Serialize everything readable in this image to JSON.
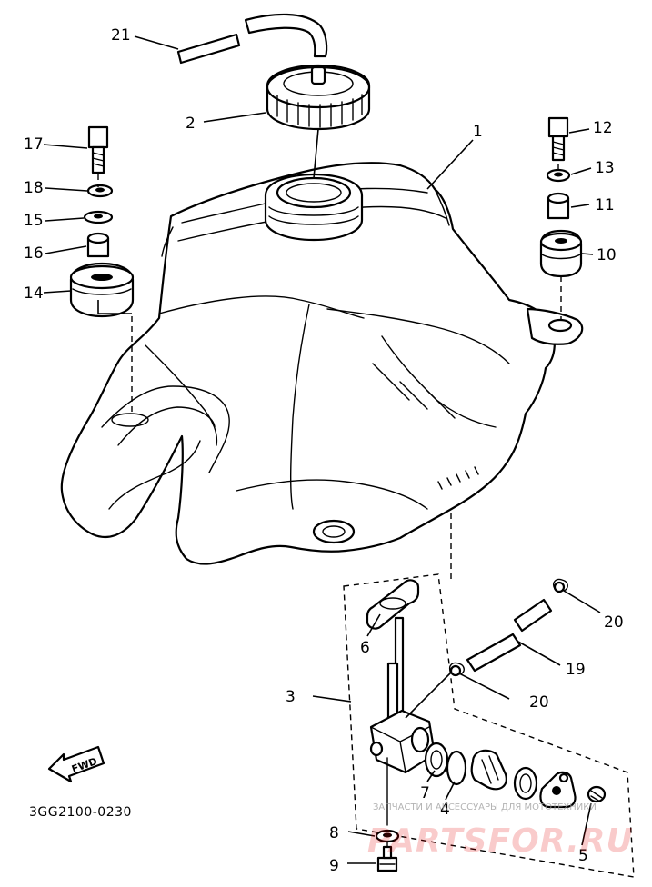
{
  "diagram_code": "3GG2100-0230",
  "forward_marker": "FWD",
  "watermark": {
    "caption": "ЗАПЧАСТИ И АКСЕССУАРЫ ДЛЯ МОТОТЕХНИКИ",
    "site": "PARTSFOR.RU"
  },
  "callouts": {
    "c1": "1",
    "c2": "2",
    "c3": "3",
    "c4": "4",
    "c5": "5",
    "c6": "6",
    "c7": "7",
    "c8": "8",
    "c9": "9",
    "c10": "10",
    "c11": "11",
    "c12": "12",
    "c13": "13",
    "c14": "14",
    "c15": "15",
    "c16": "16",
    "c17": "17",
    "c18": "18",
    "c19": "19",
    "c20a": "20",
    "c20b": "20",
    "c21": "21"
  },
  "colors": {
    "line": "#000000",
    "background": "#ffffff",
    "watermark": "#e60000"
  }
}
